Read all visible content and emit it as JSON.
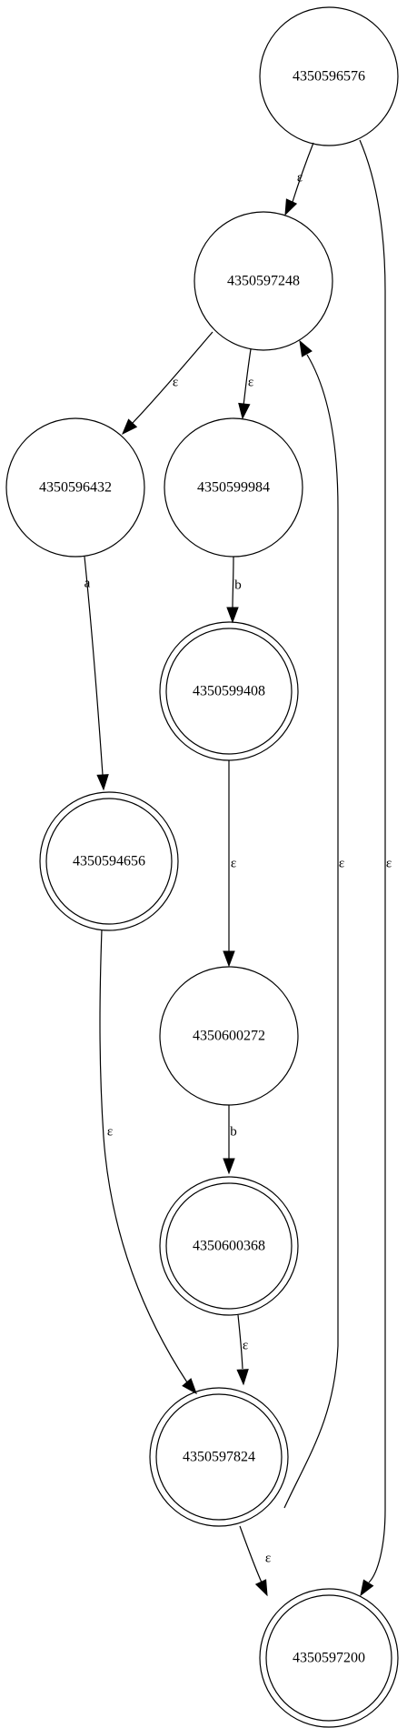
{
  "nodes": [
    {
      "id": "4350596576",
      "label": "4350596576",
      "accepting": false
    },
    {
      "id": "4350597248",
      "label": "4350597248",
      "accepting": false
    },
    {
      "id": "4350596432",
      "label": "4350596432",
      "accepting": false
    },
    {
      "id": "4350599984",
      "label": "4350599984",
      "accepting": false
    },
    {
      "id": "4350599408",
      "label": "4350599408",
      "accepting": true
    },
    {
      "id": "4350594656",
      "label": "4350594656",
      "accepting": true
    },
    {
      "id": "4350600272",
      "label": "4350600272",
      "accepting": false
    },
    {
      "id": "4350600368",
      "label": "4350600368",
      "accepting": true
    },
    {
      "id": "4350597824",
      "label": "4350597824",
      "accepting": true
    },
    {
      "id": "4350597200",
      "label": "4350597200",
      "accepting": true
    }
  ],
  "edges": [
    {
      "from": "4350596576",
      "to": "4350597248",
      "label": "ε"
    },
    {
      "from": "4350596576",
      "to": "4350597200",
      "label": "ε"
    },
    {
      "from": "4350597248",
      "to": "4350596432",
      "label": "ε"
    },
    {
      "from": "4350597248",
      "to": "4350599984",
      "label": "ε"
    },
    {
      "from": "4350596432",
      "to": "4350594656",
      "label": "a"
    },
    {
      "from": "4350599984",
      "to": "4350599408",
      "label": "b"
    },
    {
      "from": "4350599408",
      "to": "4350600272",
      "label": "ε"
    },
    {
      "from": "4350594656",
      "to": "4350597824",
      "label": "ε"
    },
    {
      "from": "4350600272",
      "to": "4350600368",
      "label": "b"
    },
    {
      "from": "4350600368",
      "to": "4350597824",
      "label": "ε"
    },
    {
      "from": "4350597824",
      "to": "4350597248",
      "label": "ε"
    },
    {
      "from": "4350597824",
      "to": "4350597200",
      "label": "ε"
    }
  ]
}
